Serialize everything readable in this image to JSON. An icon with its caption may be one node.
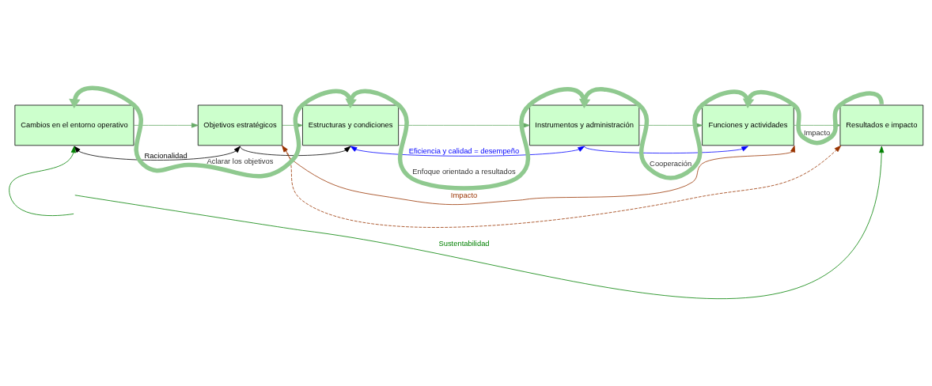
{
  "diagram": {
    "nodes": [
      {
        "text": [
          "Cambios en el entorno operativo"
        ]
      },
      {
        "text": [
          "Objetivos estratégicos"
        ]
      },
      {
        "text": [
          "Estructuras y condiciones"
        ]
      },
      {
        "text": [
          "Instrumentos y administración"
        ]
      },
      {
        "text": [
          "Funciones y actividades"
        ]
      },
      {
        "text": [
          "Resultados e impacto"
        ]
      }
    ],
    "edges": [
      {
        "from": 0,
        "to": 1,
        "arrow": "to",
        "color": "#66aa66"
      },
      {
        "from": 1,
        "to": 2,
        "arrow": "to",
        "color": "#66aa66"
      },
      {
        "from": 2,
        "to": 3,
        "arrow": "to",
        "color": "#66aa66"
      },
      {
        "from": 3,
        "to": 4,
        "arrow": "to",
        "color": "#66aa66"
      },
      {
        "from": 4,
        "to": 5,
        "arrow": "to",
        "color": "#66aa66"
      },
      {
        "from": 2,
        "to": 0,
        "arrow": "to",
        "style": "thick",
        "color": "#8fc98f",
        "label": "Aclarar los objetivos"
      },
      {
        "from": 3,
        "to": 2,
        "arrow": "to",
        "style": "thick",
        "color": "#8fc98f",
        "label": "Enfoque orientado a resultados"
      },
      {
        "from": 4,
        "to": 3,
        "arrow": "to",
        "style": "thick",
        "color": "#8fc98f",
        "label": "Cooperación"
      },
      {
        "from": 5,
        "to": 4,
        "arrow": "to",
        "style": "thick",
        "color": "#8fc98f",
        "label": "Impacto"
      },
      {
        "from": 0,
        "to": 1,
        "arrow": "both",
        "color": "#000000",
        "label": "Racionalidad"
      },
      {
        "from": 1,
        "to": 2,
        "arrow": "to",
        "color": "#000000"
      },
      {
        "from": 2,
        "to": 3,
        "arrow": "both",
        "color": "#0000ff",
        "label": "Eficiencia y calidad = desempeño"
      },
      {
        "from": 3,
        "to": 4,
        "arrow": "to",
        "color": "#0000ff"
      },
      {
        "from": 1,
        "to": 4,
        "arrow": "both",
        "color": "#993300",
        "label": "Impacto"
      },
      {
        "from": 1,
        "to": 5,
        "arrow": "to",
        "style": "dashed",
        "color": "#993300"
      },
      {
        "from": null,
        "to": 0,
        "arrow": "to",
        "color": "#008000"
      },
      {
        "from": null,
        "to": 5,
        "arrow": "to",
        "color": "#008000",
        "label": "Sustentabilidad"
      }
    ]
  }
}
